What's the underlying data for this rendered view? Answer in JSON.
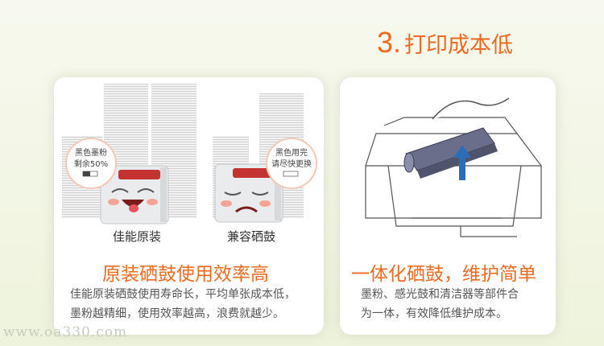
{
  "heading": {
    "number": "3.",
    "text": "打印成本低"
  },
  "left_card": {
    "badge_canon": [
      "黑色墨粉",
      "剩余50%"
    ],
    "badge_compatible": [
      "黑色用完",
      "请尽快更换"
    ],
    "caption_canon": "佳能原装",
    "caption_compatible": "兼容硒鼓",
    "title": "原装硒鼓使用效率高",
    "desc_lines": [
      "佳能原装硒鼓使用寿命长，平均单张成本低，",
      "墨粉越精细，使用效率越高，浪费就越少。"
    ]
  },
  "right_card": {
    "title": "一体化硒鼓，维护简单",
    "desc_lines": [
      "墨粉、感光鼓和清洁器等部件合",
      "为一体，有效降低维护成本。"
    ]
  },
  "watermark": "www.oa330.com",
  "colors": {
    "accent": "#ec6a21",
    "text": "#333333",
    "cheek": "#f4a497"
  }
}
